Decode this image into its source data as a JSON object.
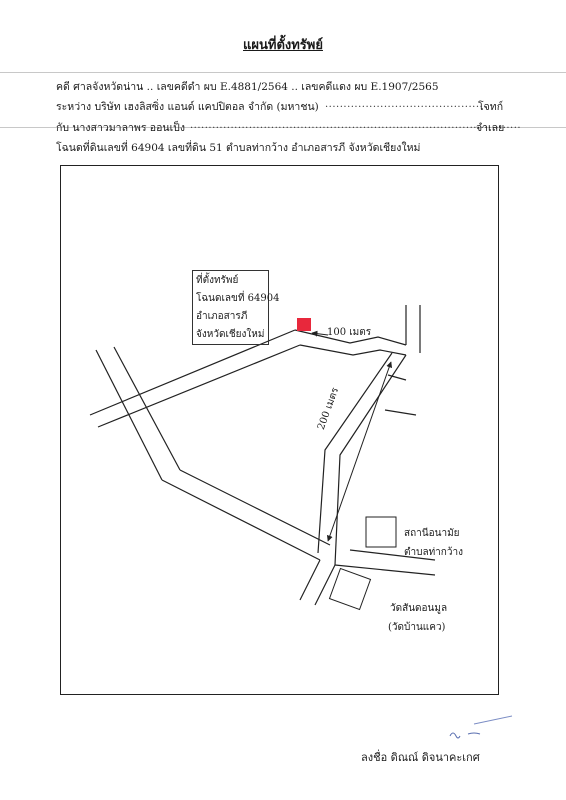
{
  "document": {
    "title": "แผนที่ตั้งทรัพย์",
    "case_line": "คดี ศาลจังหวัดน่าน .. เลขคดีดำ ผบ E.4881/2564 .. เลขคดีแดง ผบ E.1907/2565",
    "between_line": "ระหว่าง บริษัท เฮงลิสซิ่ง แอนด์ แคปปิตอล จำกัด (มหาชน)",
    "plaintiff_role": "โจทก์",
    "with_line": "กับ นางสาวมาลาพร ออนเป็ง",
    "defendant_role": "จำเลย",
    "deed_line": "โฉนดที่ดินเลขที่ 64904 เลขที่ดิน 51 ตำบลท่ากว้าง อำเภอสารภี จังหวัดเชียงใหม่"
  },
  "map": {
    "callout": [
      "ที่ตั้งทรัพย์",
      "โฉนดเลขที่ 64904",
      "อำเภอสารภี",
      "จังหวัดเชียงใหม่"
    ],
    "distance_100": "100 เมตร",
    "distance_200": "200 เมตร",
    "health_station": [
      "สถานีอนามัย",
      "ตำบลท่ากว้าง"
    ],
    "temple": [
      "วัดสันดอนมูล",
      "(วัดบ้านแคว)"
    ],
    "property_color": "#e8283c"
  },
  "signature": {
    "signed_line": "ลงชื่อ ดิณณ์ ดิจนาคะเกศ"
  }
}
